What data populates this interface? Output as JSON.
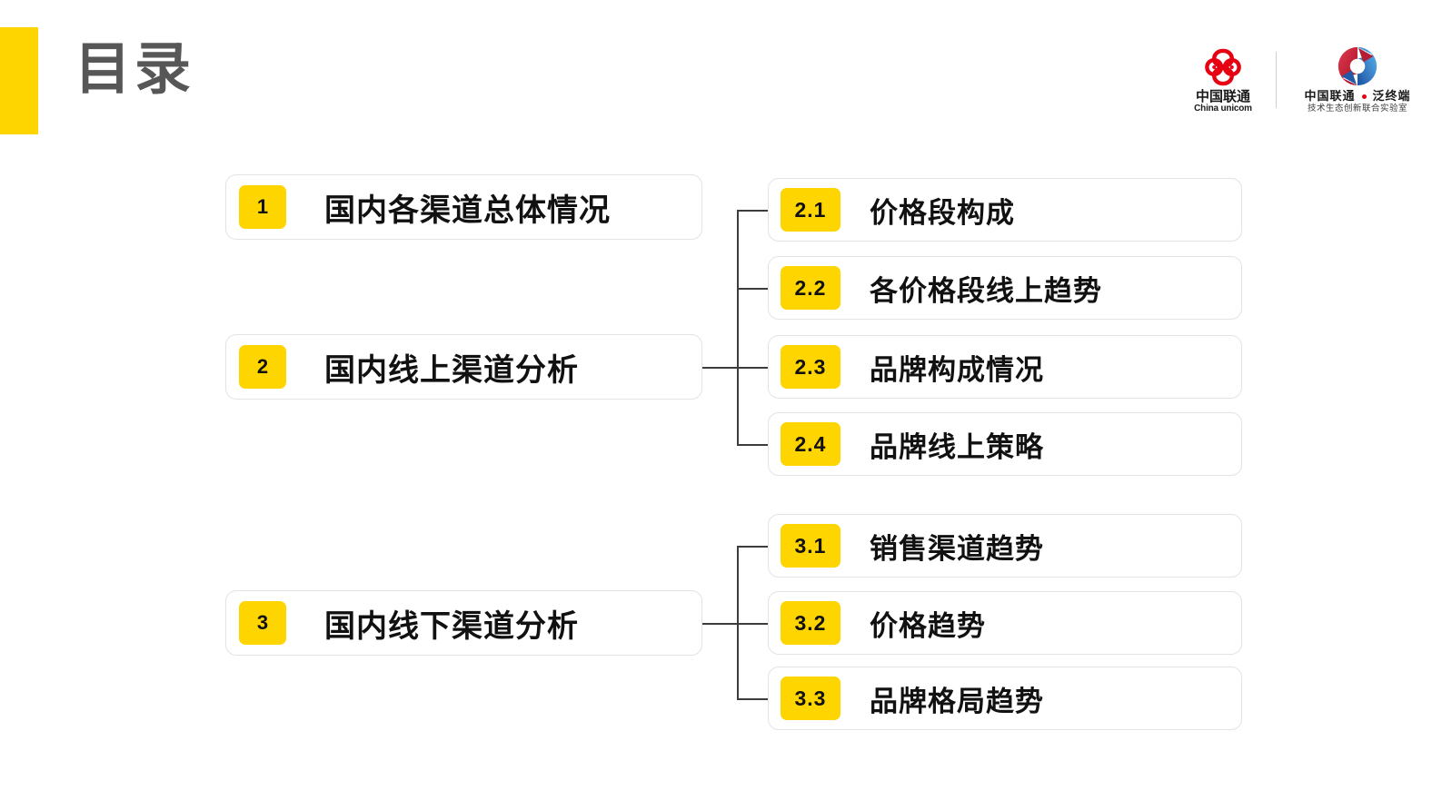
{
  "header": {
    "title": "目录",
    "accent_color": "#FFD500",
    "title_color": "#575757"
  },
  "logos": {
    "unicom": {
      "name": "china-unicom",
      "cn_text": "中国联通",
      "en_text": "China unicom",
      "color": "#E60012"
    },
    "lab": {
      "name": "pan-terminal-lab",
      "line1_left": "中国联通",
      "line1_right": "泛终端",
      "line2": "技术生态创新联合实验室",
      "dot_color": "#E60012",
      "mark_colors": [
        "#D9253A",
        "#2E8BD8"
      ]
    }
  },
  "toc": {
    "sections": [
      {
        "number": "1",
        "label": "国内各渠道总体情况",
        "children": []
      },
      {
        "number": "2",
        "label": "国内线上渠道分析",
        "children": [
          {
            "number": "2.1",
            "label": "价格段构成"
          },
          {
            "number": "2.2",
            "label": "各价格段线上趋势"
          },
          {
            "number": "2.3",
            "label": "品牌构成情况"
          },
          {
            "number": "2.4",
            "label": "品牌线上策略"
          }
        ]
      },
      {
        "number": "3",
        "label": "国内线下渠道分析",
        "children": [
          {
            "number": "3.1",
            "label": "销售渠道趋势"
          },
          {
            "number": "3.2",
            "label": "价格趋势"
          },
          {
            "number": "3.3",
            "label": "品牌格局趋势"
          }
        ]
      }
    ],
    "badge_color": "#FFD500",
    "card_border_color": "#E3E3E3",
    "connector_color": "#3C3C3C"
  }
}
